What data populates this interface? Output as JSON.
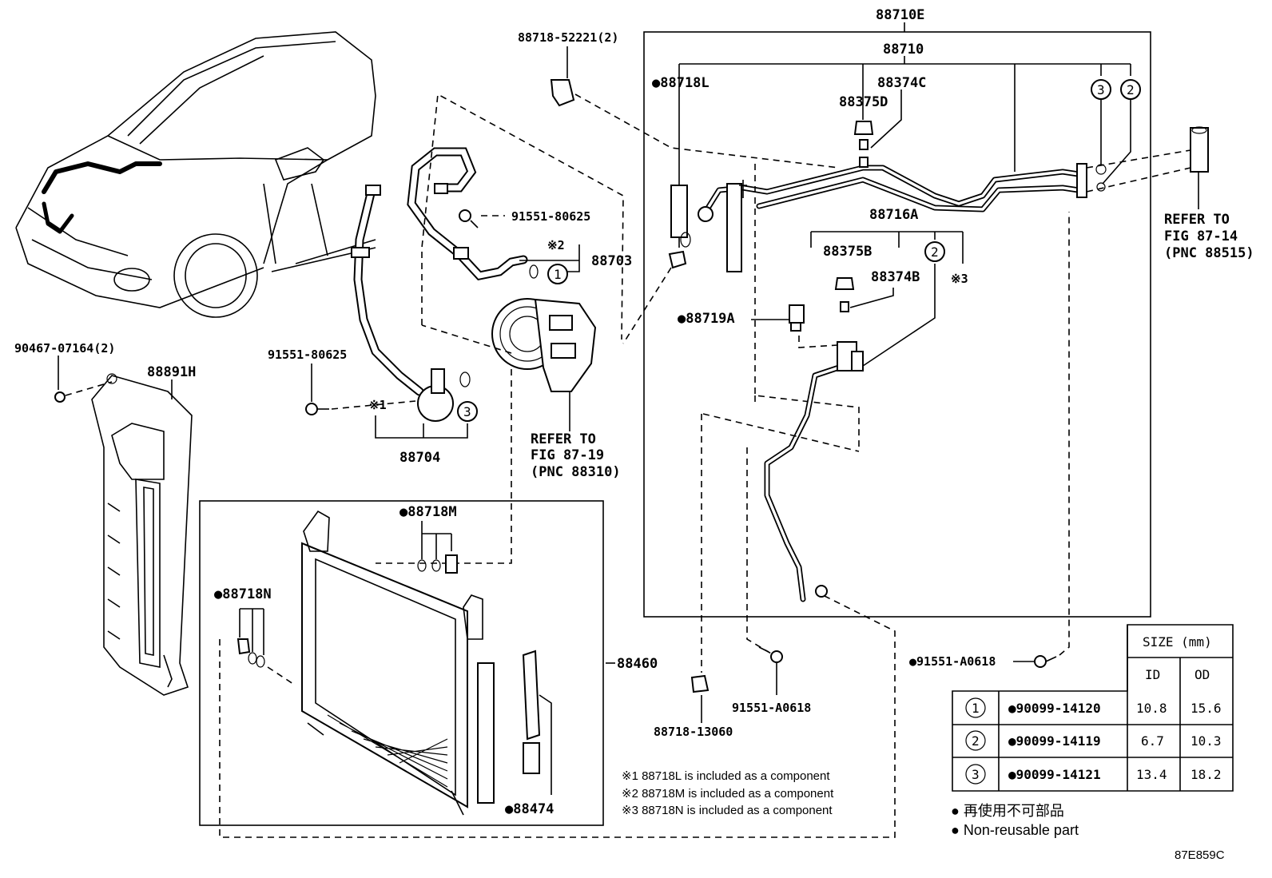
{
  "diagram_id": "87E859C",
  "labels": {
    "p88710E": "88710E",
    "p88710": "88710",
    "p88718_52221": "88718-52221(2)",
    "p88718L": "●88718L",
    "p88374C": "88374C",
    "p88375D": "88375D",
    "refer_87_14_l1": "REFER TO",
    "refer_87_14_l2": "FIG 87-14",
    "refer_87_14_l3": "(PNC 88515)",
    "p91551_80625_a": "91551-80625",
    "mark2_88703": "※2",
    "p88703": "88703",
    "p88716A": "88716A",
    "p88375B": "88375B",
    "p88374B": "88374B",
    "mark3_88716": "※3",
    "p88719A": "●88719A",
    "p90467": "90467-07164(2)",
    "p88891H": "88891H",
    "p91551_80625_b": "91551-80625",
    "mark1_88704": "※1",
    "p88704": "88704",
    "refer_87_19_l1": "REFER TO",
    "refer_87_19_l2": "FIG 87-19",
    "refer_87_19_l3": "(PNC 88310)",
    "p88718M": "●88718M",
    "p88718N": "●88718N",
    "p88460": "88460",
    "p88474": "●88474",
    "p88718_13060": "88718-13060",
    "p91551_A0618_a": "91551-A0618",
    "p91551_A0618_b": "●91551-A0618",
    "circle1": "1",
    "circle2": "2",
    "circle3": "3"
  },
  "notes": [
    "※1 88718L is included as a component",
    "※2 88718M is included as a component",
    "※3 88718N is included as a component"
  ],
  "table": {
    "header_size": "SIZE (mm)",
    "header_id": "ID",
    "header_od": "OD",
    "rows": [
      {
        "ref": "1",
        "part": "●90099-14120",
        "id": "10.8",
        "od": "15.6"
      },
      {
        "ref": "2",
        "part": "●90099-14119",
        "id": "6.7",
        "od": "10.3"
      },
      {
        "ref": "3",
        "part": "●90099-14121",
        "id": "13.4",
        "od": "18.2"
      }
    ]
  },
  "legend": {
    "jp": "● 再使用不可部品",
    "en": "● Non-reusable part"
  }
}
